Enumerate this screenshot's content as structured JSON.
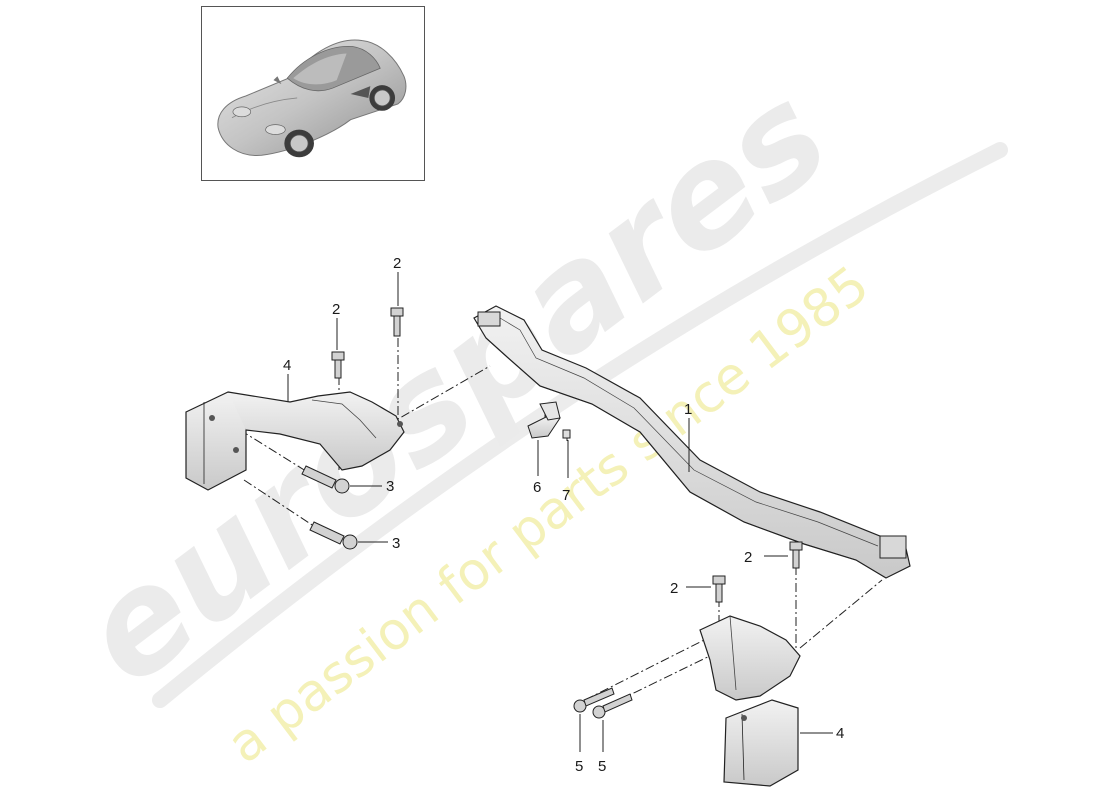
{
  "watermark": {
    "brand": "eurospares",
    "tagline": "a passion for parts since 1985",
    "brand_color": "#e9e9e9",
    "tagline_color": "#f3f0b0"
  },
  "thumbnail": {
    "icon": "car-icon"
  },
  "callouts": [
    {
      "id": "callout-1",
      "text": "1"
    },
    {
      "id": "callout-2a",
      "text": "2"
    },
    {
      "id": "callout-2b",
      "text": "2"
    },
    {
      "id": "callout-2c",
      "text": "2"
    },
    {
      "id": "callout-2d",
      "text": "2"
    },
    {
      "id": "callout-3a",
      "text": "3"
    },
    {
      "id": "callout-3b",
      "text": "3"
    },
    {
      "id": "callout-4a",
      "text": "4"
    },
    {
      "id": "callout-4b",
      "text": "4"
    },
    {
      "id": "callout-5a",
      "text": "5"
    },
    {
      "id": "callout-5b",
      "text": "5"
    },
    {
      "id": "callout-6",
      "text": "6"
    },
    {
      "id": "callout-7",
      "text": "7"
    }
  ]
}
